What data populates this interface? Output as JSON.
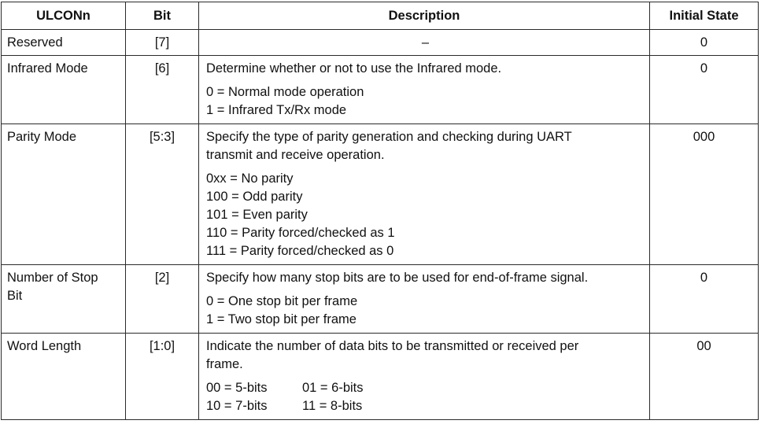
{
  "table": {
    "headers": {
      "name": "ULCONn",
      "bit": "Bit",
      "description": "Description",
      "initial": "Initial State"
    },
    "rows": [
      {
        "name": "Reserved",
        "bit": "[7]",
        "description_center": "–",
        "initial": "0"
      },
      {
        "name": "Infrared Mode",
        "bit": "[6]",
        "description": "Determine whether or not to use the Infrared mode.",
        "options": [
          "0 = Normal mode operation",
          "1 = Infrared Tx/Rx mode"
        ],
        "initial": "0"
      },
      {
        "name": "Parity Mode",
        "bit": "[5:3]",
        "description_line1": "Specify the type of parity generation and checking during UART",
        "description_line2": "transmit and receive operation.",
        "options": [
          "0xx = No parity",
          "100 = Odd parity",
          "101 = Even parity",
          "110 = Parity forced/checked as 1",
          "111 = Parity forced/checked as 0"
        ],
        "initial": "000"
      },
      {
        "name_line1": "Number of Stop",
        "name_line2": "Bit",
        "bit": "[2]",
        "description": "Specify how many stop bits are to be used for end-of-frame signal.",
        "options": [
          "0 = One stop bit per frame",
          "1 = Two stop bit per frame"
        ],
        "initial": "0"
      },
      {
        "name": "Word Length",
        "bit": "[1:0]",
        "description_line1": "Indicate the number of data bits to be transmitted or received per",
        "description_line2": "frame.",
        "options_grid": [
          [
            "00 = 5-bits",
            "01 = 6-bits"
          ],
          [
            "10 = 7-bits",
            "11 = 8-bits"
          ]
        ],
        "initial": "00"
      }
    ]
  }
}
